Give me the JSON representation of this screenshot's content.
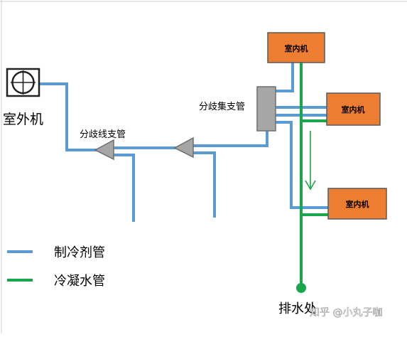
{
  "labels": {
    "outdoor_unit": "室外机",
    "branch_pipe": "分歧线支管",
    "header_branch": "分歧集支管",
    "drain": "排水处"
  },
  "indoor_units": [
    {
      "label": "室内机"
    },
    {
      "label": "室内机"
    },
    {
      "label": "室内机"
    }
  ],
  "legend": [
    {
      "label": "制冷剂管",
      "color": "#5b9bd5"
    },
    {
      "label": "冷凝水管",
      "color": "#1aa64a"
    }
  ],
  "watermark": "知乎 @小丸子咖",
  "colors": {
    "refrigerant": "#5b9bd5",
    "condensate": "#1aa64a",
    "indoor_fill": "#ed7d31",
    "indoor_stroke": "#5a5a5a",
    "header_fill": "#a6a6a6",
    "branch_fill": "#a6a6a6"
  }
}
